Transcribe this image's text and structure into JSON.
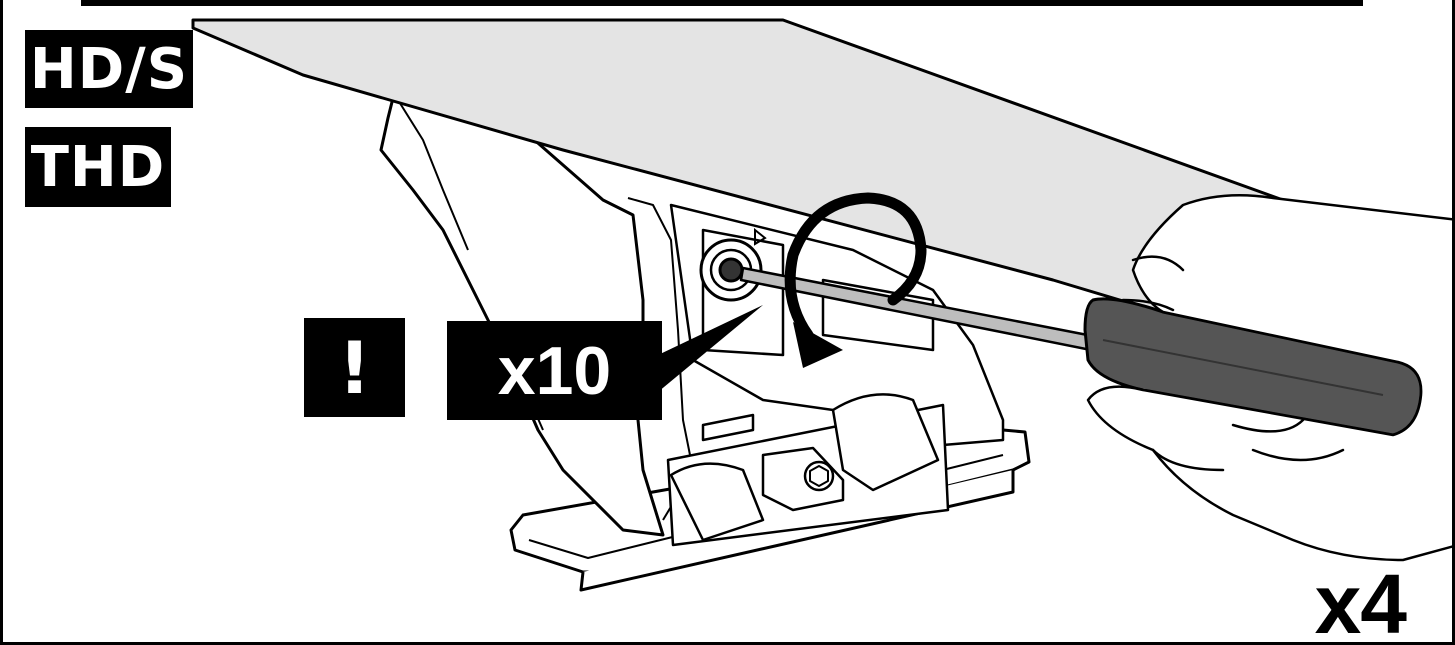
{
  "labels": {
    "model_primary": "HD/S",
    "model_secondary": "THD",
    "warning": "!",
    "turns": "x10",
    "quantity": "x4"
  },
  "icons": {
    "rotation": "clockwise-rotation-arrow-icon",
    "tool": "screwdriver-icon"
  },
  "colors": {
    "ink": "#000000",
    "paper": "#ffffff",
    "bar": "#e4e4e4",
    "handle": "#555555"
  }
}
